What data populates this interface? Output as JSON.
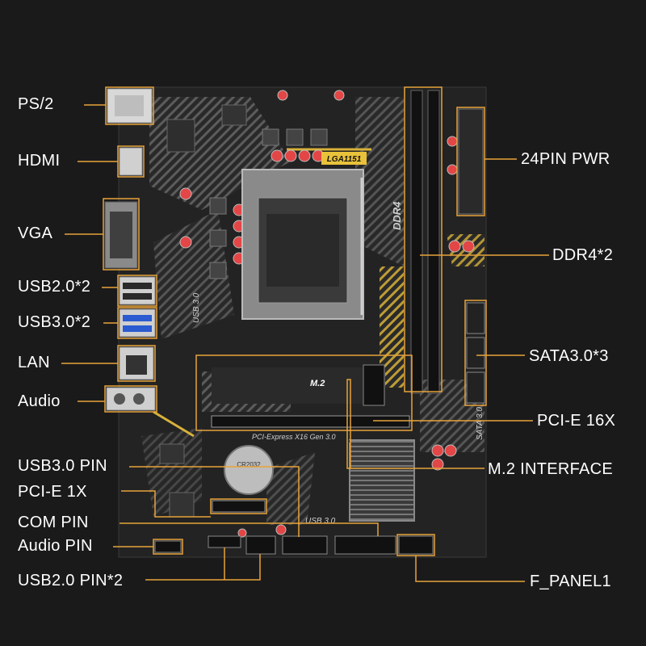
{
  "labels": {
    "ps2": "PS/2",
    "hdmi": "HDMI",
    "vga": "VGA",
    "usb2x2": "USB2.0*2",
    "usb3x2": "USB3.0*2",
    "lan": "LAN",
    "audio": "Audio",
    "usb3pin": "USB3.0  PIN",
    "pcie1x": "PCI-E  1X",
    "compin": "COM PIN",
    "audiopin": "Audio PIN",
    "usb2pin": "USB2.0  PIN*2",
    "pwr24": "24PIN PWR",
    "ddr4": "DDR4*2",
    "sata": "SATA3.0*3",
    "pcie16x": "PCI-E 16X",
    "m2if": "M.2 INTERFACE",
    "fpanel": "F_PANEL1"
  },
  "board_text": {
    "socket": "LGA1151",
    "ddr4": "DDR4",
    "m2": "M.2",
    "usb30_v": "USB 3.0",
    "pcie_slot": "PCI-Express X16 Gen 3.0",
    "sata30": "SATA 3.0",
    "usb30_bottom": "USB 3.0",
    "battery": "CR2032"
  },
  "colors": {
    "callout": "#e8a33a",
    "background": "#1a1a1a",
    "board": "#232323",
    "accent": "#e8c23a"
  }
}
